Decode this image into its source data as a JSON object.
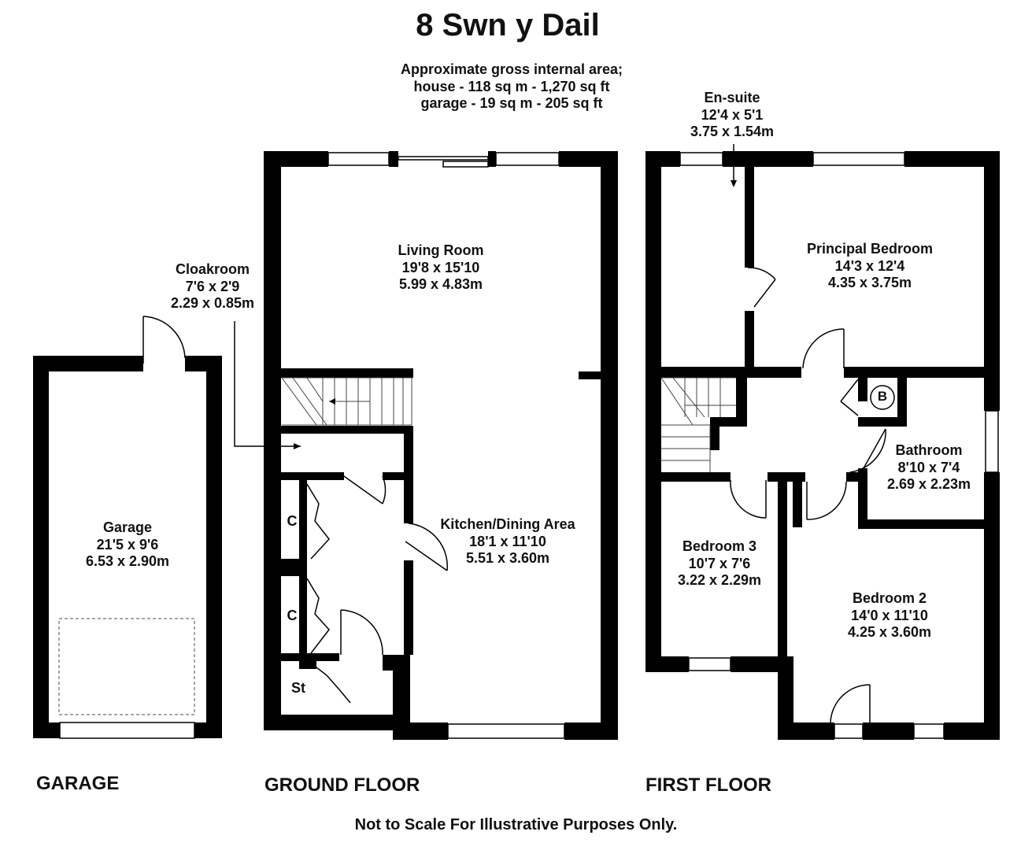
{
  "title": "8 Swn y Dail",
  "area": {
    "line1": "Approximate gross internal area;",
    "line2": "house - 118 sq m - 1,270 sq ft",
    "line3": "garage - 19 sq m - 205 sq ft"
  },
  "floors": {
    "garage": "GARAGE",
    "ground": "GROUND FLOOR",
    "first": "FIRST FLOOR"
  },
  "rooms": {
    "garage": {
      "name": "Garage",
      "imperial": "21'5 x 9'6",
      "metric": "6.53 x 2.90m"
    },
    "cloakroom": {
      "name": "Cloakroom",
      "imperial": "7'6 x 2'9",
      "metric": "2.29 x 0.85m"
    },
    "living": {
      "name": "Living Room",
      "imperial": "19'8 x 15'10",
      "metric": "5.99 x 4.83m"
    },
    "kitchen": {
      "name": "Kitchen/Dining Area",
      "imperial": "18'1 x 11'10",
      "metric": "5.51 x 3.60m"
    },
    "ensuite": {
      "name": "En-suite",
      "imperial": "12'4 x 5'1",
      "metric": "3.75 x 1.54m"
    },
    "principal": {
      "name": "Principal Bedroom",
      "imperial": "14'3 x 12'4",
      "metric": "4.35 x 3.75m"
    },
    "bathroom": {
      "name": "Bathroom",
      "imperial": "8'10 x 7'4",
      "metric": "2.69 x 2.23m"
    },
    "bedroom3": {
      "name": "Bedroom 3",
      "imperial": "10'7 x 7'6",
      "metric": "3.22 x 2.29m"
    },
    "bedroom2": {
      "name": "Bedroom 2",
      "imperial": "14'0 x 11'10",
      "metric": "4.25 x 3.60m"
    }
  },
  "cupboards": {
    "c1": "C",
    "c2": "C",
    "store": "St",
    "boiler": "B"
  },
  "disclaimer": "Not to Scale For Illustrative Purposes Only."
}
